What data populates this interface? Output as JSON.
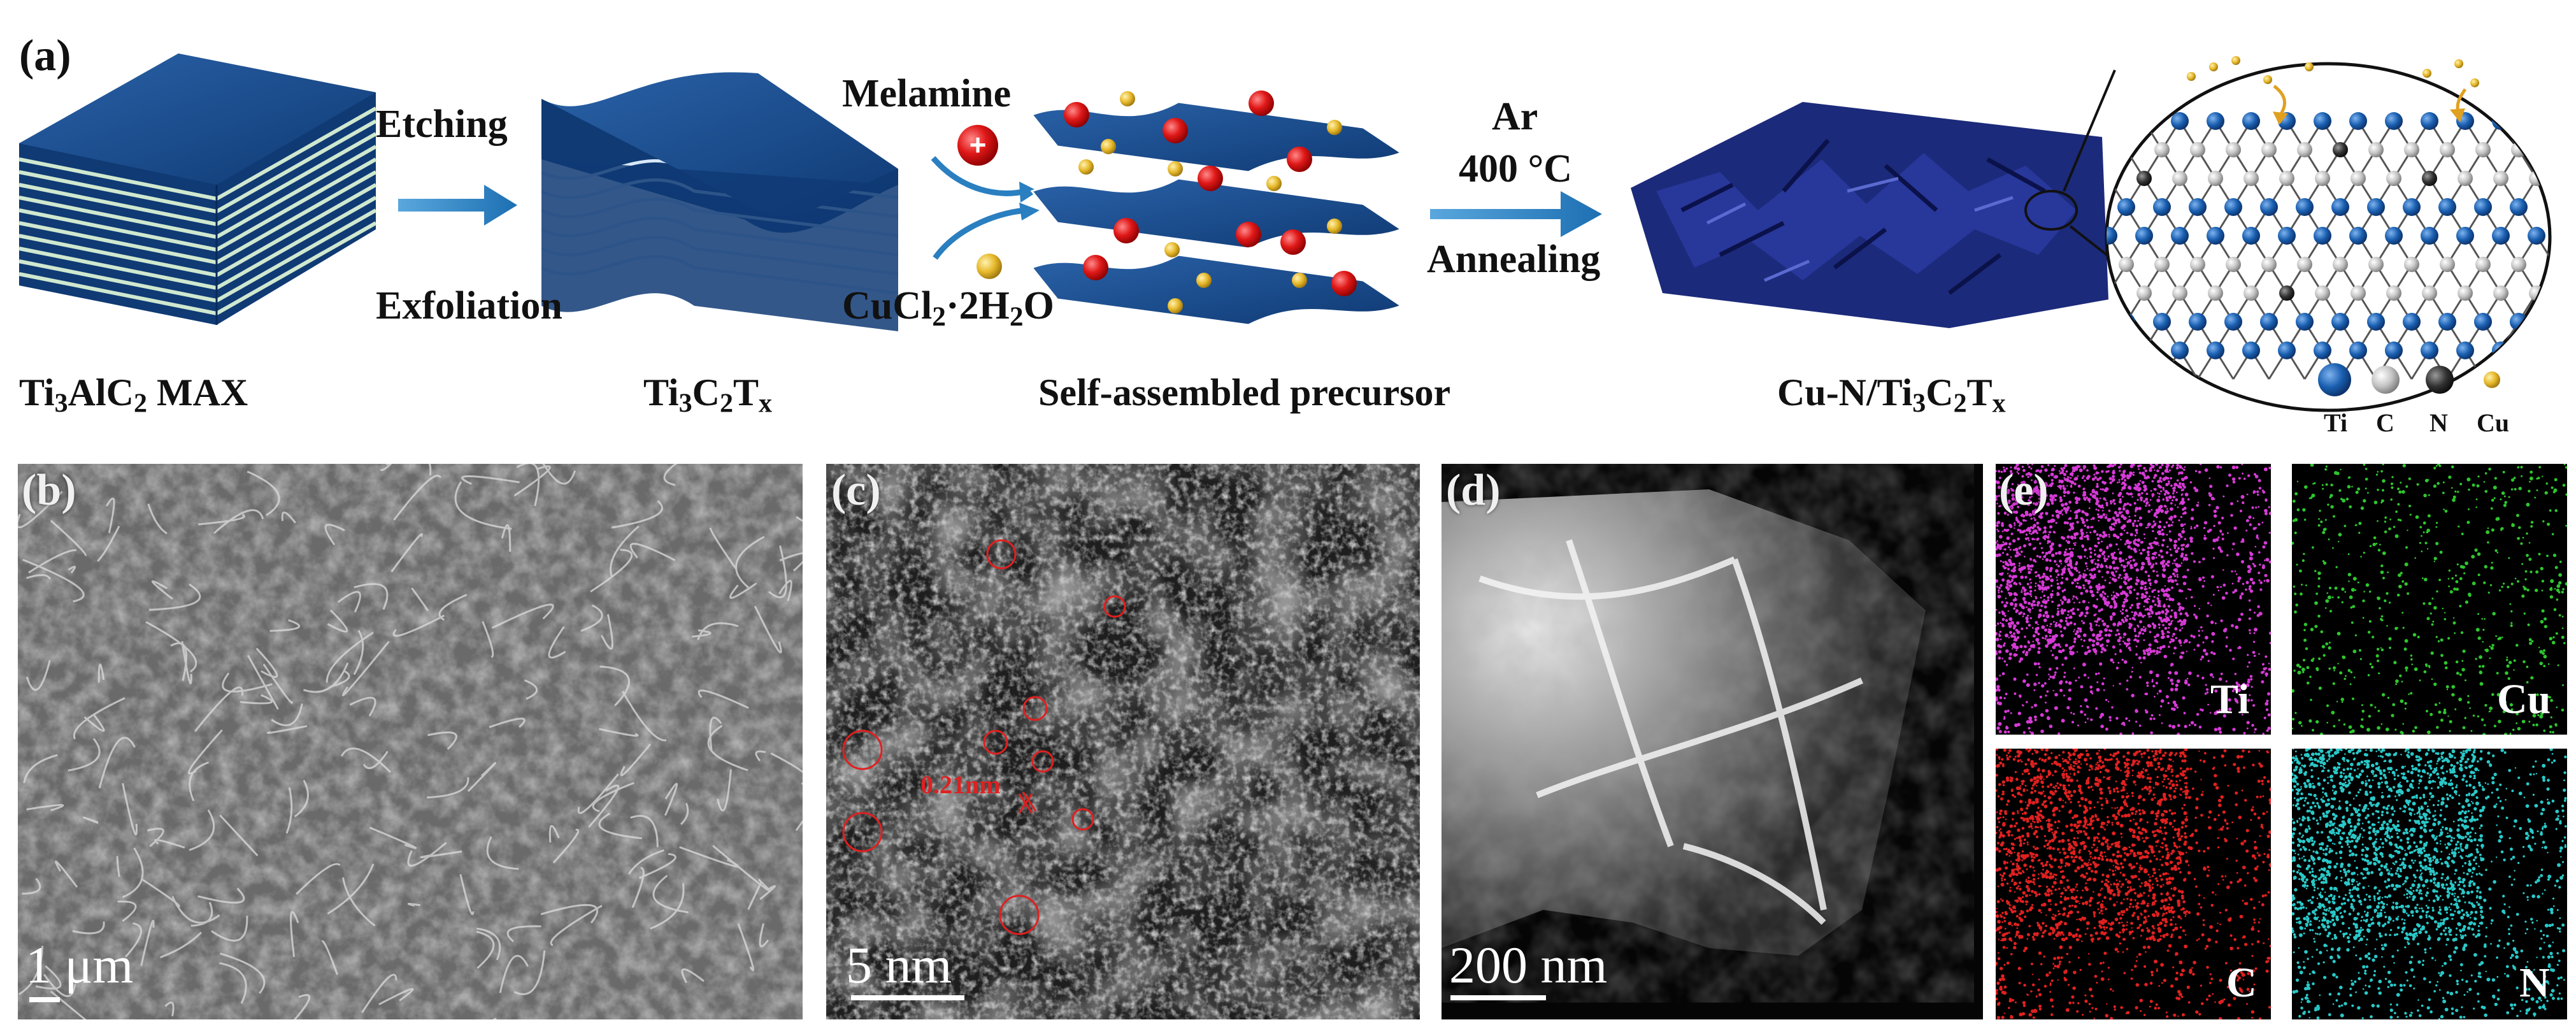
{
  "panels": {
    "a": "(a)",
    "b": "(b)",
    "c": "(c)",
    "d": "(d)",
    "e": "(e)"
  },
  "schematic": {
    "step1_top": "Etching",
    "step1_bottom": "Exfoliation",
    "reagent1": "Melamine",
    "reagent2_main": "CuCl",
    "reagent2_sub1": "2",
    "reagent2_mid": "·2H",
    "reagent2_sub2": "2",
    "reagent2_end": "O",
    "step2_top1": "Ar",
    "step2_top2": "400 °C",
    "step2_bottom": "Annealing",
    "cap_max_a": "Ti",
    "cap_max_sub1": "3",
    "cap_max_b": "AlC",
    "cap_max_sub2": "2",
    "cap_max_c": " MAX",
    "cap_mx_a": "Ti",
    "cap_mx_sub1": "3",
    "cap_mx_b": "C",
    "cap_mx_sub2": "2",
    "cap_mx_c": "T",
    "cap_mx_sub3": "x",
    "cap_pre": "Self-assembled precursor",
    "cap_prod_a": "Cu-N/Ti",
    "cap_prod_sub1": "3",
    "cap_prod_b": "C",
    "cap_prod_sub2": "2",
    "cap_prod_c": "T",
    "cap_prod_sub3": "x",
    "plus": "+",
    "legend": [
      "Ti",
      "C",
      "N",
      "Cu"
    ]
  },
  "micrographs": {
    "b_scale": "1 μm",
    "c_scale": "5 nm",
    "c_spacing": "0.21nm",
    "d_scale": "200 nm",
    "e_maps": [
      "Ti",
      "Cu",
      "C",
      "N"
    ]
  },
  "colors": {
    "sheet_blue": "#1f4f8f",
    "arrow_blue": "#2a7fc0",
    "ti_map": "#d63ad6",
    "cu_map": "#2ec62e",
    "c_map": "#e02020",
    "n_map": "#2ac8c8",
    "circle_red": "#e02020",
    "ti_atom": "#1a5fb0",
    "c_atom": "#bdbdbd",
    "n_atom": "#333333",
    "cu_atom": "#e8b82a"
  }
}
